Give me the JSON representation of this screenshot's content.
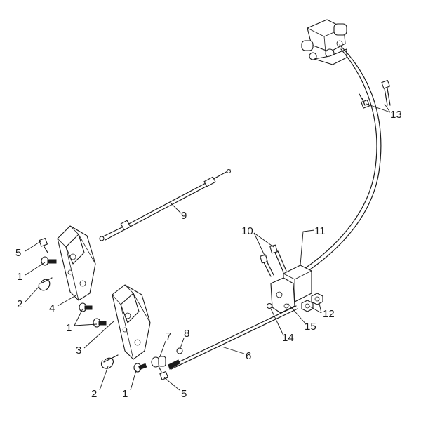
{
  "callouts": [
    {
      "id": "c1a",
      "text": "1"
    },
    {
      "id": "c1b",
      "text": "1"
    },
    {
      "id": "c1c",
      "text": "1"
    },
    {
      "id": "c2a",
      "text": "2"
    },
    {
      "id": "c2b",
      "text": "2"
    },
    {
      "id": "c3",
      "text": "3"
    },
    {
      "id": "c4",
      "text": "4"
    },
    {
      "id": "c5a",
      "text": "5"
    },
    {
      "id": "c5b",
      "text": "5"
    },
    {
      "id": "c6",
      "text": "6"
    },
    {
      "id": "c7",
      "text": "7"
    },
    {
      "id": "c8",
      "text": "8"
    },
    {
      "id": "c9",
      "text": "9"
    },
    {
      "id": "c10",
      "text": "10"
    },
    {
      "id": "c11",
      "text": "11"
    },
    {
      "id": "c12",
      "text": "12"
    },
    {
      "id": "c13",
      "text": "13"
    },
    {
      "id": "c14",
      "text": "14"
    },
    {
      "id": "c15",
      "text": "15"
    }
  ]
}
